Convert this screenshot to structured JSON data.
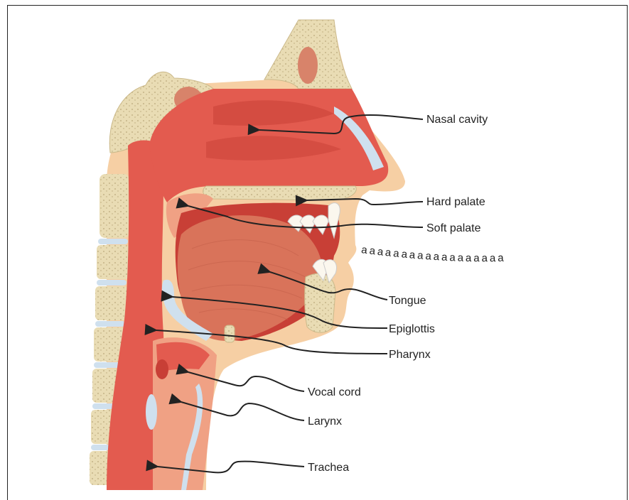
{
  "labels": {
    "nasal_cavity": "Nasal cavity",
    "hard_palate": "Hard palate",
    "soft_palate": "Soft palate",
    "tongue": "Tongue",
    "epiglottis": "Epiglottis",
    "pharynx": "Pharynx",
    "vocal_cord": "Vocal cord",
    "larynx": "Larynx",
    "trachea": "Trachea"
  },
  "sound": {
    "text": "aaaaaaaaaaaaaaaaaa"
  },
  "colors": {
    "bone": "#e9dcb4",
    "bone_dots": "#b9a779",
    "muscle": "#e35b4f",
    "muscle_dark": "#c83f36",
    "tissue": "#f0a184",
    "skin": "#f6cfa4",
    "cartilage": "#cfe0ee",
    "tongue": "#d9735a",
    "teeth": "#fbf7ee"
  }
}
